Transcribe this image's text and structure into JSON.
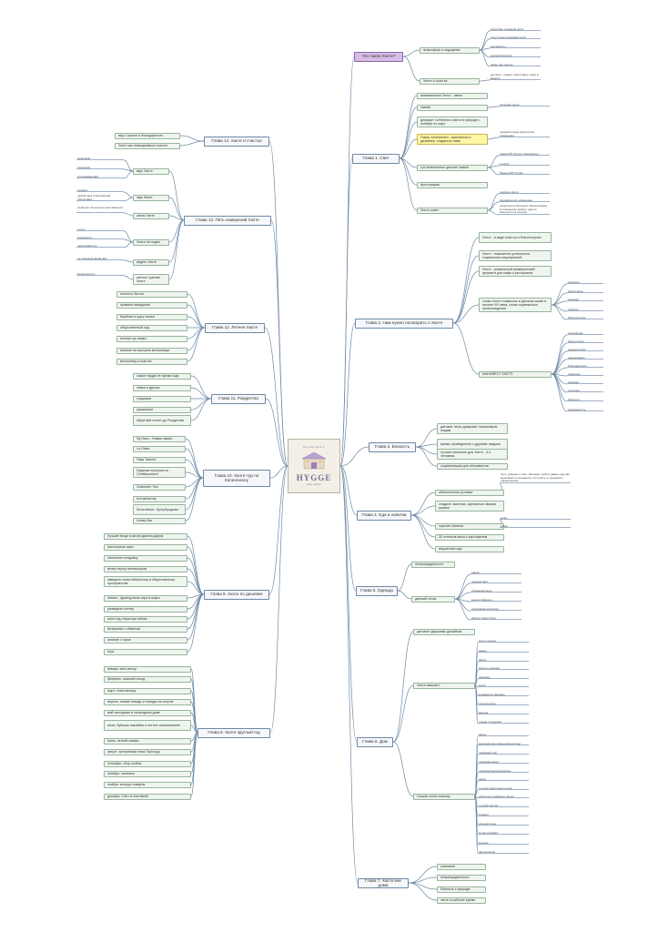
{
  "center": {
    "cover_subtitle": "The Little Book of",
    "cover_title": "HYGGE",
    "cover_author": "MEIK WIKING"
  },
  "colors": {
    "edge": "#6d89a6",
    "chapter_fill": "#f5f7fa",
    "sub_fill": "#eef5ef",
    "root_q_fill": "#d7bde6",
    "highlight_fill": "#fff6a6"
  },
  "chapters": [
    {
      "key": "q",
      "label": "Что такое Хюгге?",
      "side": "right",
      "purple": true,
      "children": [
        {
          "label": "атмосфера и ощущение",
          "children": [
            "искусство создания уюта",
            "отсутствие раздражителей",
            "душевность",
            "уютная близость",
            "какао при свечах"
          ]
        },
        {
          "label": "Хюгге и счастье",
          "children": [
            "датчане - самые счастливые люди в Европе"
          ]
        }
      ]
    },
    {
      "key": "c1",
      "label": "Глава 1. Свет",
      "side": "right",
      "children": [
        {
          "label": "минимальное Хюгге - свечи",
          "children": []
        },
        {
          "label": "лампы",
          "children": [
            "островки света"
          ]
        },
        {
          "label": "дефицит солнечного света в природе с октября по март",
          "children": []
        },
        {
          "label": "Поуль Хеннингсен - архитектор и дизайнер, создатель ламп",
          "yellow": true,
          "children": [
            "первый в мире архитектор освещения"
          ]
        },
        {
          "label": "три знаменитые датские лампы",
          "children": [
            "лампа PH (Поуль Хеннингсен",
            "Le Klint",
            "Панели ВП Голфс"
          ]
        },
        {
          "label": "фотография",
          "children": []
        },
        {
          "label": "Хюгге-совет",
          "children": [
            "сделать свечи",
            "продвигаться освещение",
            "несколько небольших светильников в помещение вместо одного большого на потолке"
          ]
        }
      ]
    },
    {
      "key": "c2",
      "label": "Глава 2. Нам нужно поговорить о Хюгге",
      "side": "right",
      "children": [
        {
          "label": "Хюгге - в виде счастья и благополучия",
          "children": []
        },
        {
          "label": "Хюгге - показатель успешности социальных мероприятий",
          "children": []
        },
        {
          "label": "Хюгге - уникальный коммерческий аргумент для кафе и ресторанов",
          "children": []
        },
        {
          "label": "слово Хюгге появилось в датском языке в начале XIX века, слово норвежского происхождения",
          "children": [
            "хорошее",
            "настроение",
            "комфорт",
            "объятие",
            "благополучие"
          ]
        },
        {
          "label": "МАНИФЕСТ ХЮГГЕ",
          "children": [
            "атмосфера",
            "присутствие",
            "удовольствие",
            "равноправие",
            "благодарность",
            "гармония",
            "комфорт",
            "согласие",
            "близость",
            "безопасность"
          ]
        }
      ]
    },
    {
      "key": "c3",
      "label": "Глава 3. Близость",
      "side": "right",
      "children": [
        {
          "label": "датчане легко доверяют незнакомым людям",
          "children": []
        },
        {
          "label": "время, проведенное с другими людьми",
          "children": []
        },
        {
          "label": "лучшее значение для Хюгге - 3-4 человека",
          "children": []
        },
        {
          "label": "социализация для интровертов",
          "children": []
        }
      ]
    },
    {
      "key": "c4",
      "label": "Глава 4. Еда и напитки",
      "side": "right",
      "children": [
        {
          "label": "обязательное условие",
          "children": [
            "быть добрым к себе, баловать себя и давать другим возможность ненадолго отступить от здорового образа жизни"
          ]
        },
        {
          "label": "сладкое, выпечка, сделанные своими руками",
          "children": []
        },
        {
          "label": "горячие напитки",
          "children": [
            "кофе",
            "какао"
          ]
        },
        {
          "label": "30 оттенков мяса с картофелем",
          "children": []
        },
        {
          "label": "медленная еда",
          "children": []
        }
      ]
    },
    {
      "key": "c5",
      "label": "Глава 5. Одежда",
      "side": "right",
      "children": [
        {
          "label": "непринужденность",
          "children": []
        },
        {
          "label": "датский стиль",
          "children": [
            "шарф",
            "черный цвет",
            "объемный верх",
            "многослойность",
            "небрежная прическа",
            "свитер Сары Лунд"
          ]
        }
      ]
    },
    {
      "key": "c6",
      "label": "Глава 6. Дом",
      "side": "right",
      "children": [
        {
          "label": "датчане одержимы дизайном",
          "children": []
        },
        {
          "label": "Хюгге-вышлист",
          "children": [
            "место уголка",
            "камин",
            "свечи",
            "вещи из дерева",
            "природа",
            "книги",
            "керамика и фарфор",
            "тактильность",
            "винтаж",
            "пледы и подушки"
          ]
        },
        {
          "label": "Скорая хюгге-помощь",
          "children": [
            "свечи",
            "вкусный качественный шоколад",
            "любимый чай",
            "любимая книга",
            "любимый фильм/сериал",
            "джем",
            "теплые шерстяные носки",
            "несколько любимых писем",
            "теплый свитер",
            "блокнот",
            "уютный плед",
            "ручка и бумага",
            "музыка",
            "фотоальбом"
          ]
        }
      ]
    },
    {
      "key": "c7",
      "label": "Глава 7. Хюгге вне дома",
      "side": "right",
      "children": [
        {
          "label": "компания",
          "children": []
        },
        {
          "label": "непринужденность",
          "children": []
        },
        {
          "label": "близость к природе",
          "children": []
        },
        {
          "label": "хюгге в рабочее время",
          "children": []
        }
      ]
    },
    {
      "key": "c8",
      "label": "Глава 8. Хюгге круглый год",
      "side": "left",
      "children": [
        {
          "label": "январь: кино-вечер",
          "children": []
        },
        {
          "label": "февраль: лыжный поход",
          "children": []
        },
        {
          "label": "март: тема месяца",
          "children": []
        },
        {
          "label": "апрель: пешие походы и поездка на остров",
          "children": []
        },
        {
          "label": "май: выходные в загородном доме",
          "children": []
        },
        {
          "label": "июнь: буйская наклейка и летнее сосиисинание",
          "children": []
        },
        {
          "label": "июль: летний гамаки",
          "children": []
        },
        {
          "label": "август: затерянный пляж Торсгорд",
          "children": []
        },
        {
          "label": "сентябрь: сбор грибов",
          "children": []
        },
        {
          "label": "октябрь: каштаны",
          "children": []
        },
        {
          "label": "ноябрь: конкурс поваров",
          "children": []
        },
        {
          "label": "декабрь: Глёгг в глинтвейн",
          "children": []
        }
      ]
    },
    {
      "key": "c9",
      "label": "Глава 9. Хюгге по дешевке",
      "side": "left",
      "children": [
        {
          "label": "Лучшие вещи в жизни даются даром",
          "children": []
        },
        {
          "label": "настольные игры",
          "children": []
        },
        {
          "label": "наполните кладовку",
          "children": []
        },
        {
          "label": "вечер перед телевизором",
          "children": []
        },
        {
          "label": "заведите книги-библиотеку в общественном пространстве",
          "children": []
        },
        {
          "label": "петанк - французская игра в шары",
          "children": []
        },
        {
          "label": "разведите костер",
          "children": []
        },
        {
          "label": "кино под открытым небом",
          "children": []
        },
        {
          "label": "вечеринка с обменом",
          "children": []
        },
        {
          "label": "катание с горки",
          "children": []
        },
        {
          "label": "игра",
          "children": []
        }
      ]
    },
    {
      "key": "c10",
      "label": "Глава 10. Хюгге-тур по Копенгагену",
      "side": "left",
      "children": [
        {
          "label": "Ny Havn - Новая гавань",
          "children": []
        },
        {
          "label": "La Glace",
          "children": []
        },
        {
          "label": "Парк Тиволи",
          "children": []
        },
        {
          "label": "Ледяная прогулка по Christianshavn",
          "children": []
        },
        {
          "label": "Grabrodre Torv",
          "children": []
        },
        {
          "label": "Kornsdoernej",
          "children": []
        },
        {
          "label": "Smorrebrod - бутербродные",
          "children": []
        },
        {
          "label": "Library Bar",
          "children": []
        }
      ]
    },
    {
      "key": "c11",
      "label": "Глава 11. Рождество",
      "side": "left",
      "children": [
        {
          "label": "самое Hygge-ёе время года",
          "children": []
        },
        {
          "label": "семья и друзья",
          "children": []
        },
        {
          "label": "традиции",
          "children": []
        },
        {
          "label": "украшения",
          "children": []
        },
        {
          "label": "обратный отсчет до Рождества",
          "children": []
        }
      ]
    },
    {
      "key": "c12",
      "label": "Глава 12. Летнее Хюгге",
      "side": "left",
      "children": [
        {
          "label": "легкость бытия",
          "children": []
        },
        {
          "label": "правила пикадилов",
          "children": []
        },
        {
          "label": "барбекю в кругу семьи",
          "children": []
        },
        {
          "label": "общественный сад",
          "children": []
        },
        {
          "label": "ночные ца-такмы",
          "children": []
        },
        {
          "label": "катание на прогулки велосипеде",
          "children": []
        },
        {
          "label": "велосипед и счастье",
          "children": []
        }
      ]
    },
    {
      "key": "c13",
      "label": "Глава 13. Пять измерений Хюгге",
      "side": "left",
      "children": [
        {
          "label": "вкус Хюгге",
          "children": [
            "знакомый",
            "приятный",
            "успокаивающий"
          ]
        },
        {
          "label": "звук Хюгге",
          "children": [
            "тишина",
            "любой звук и безопасной обстановке"
          ]
        },
        {
          "label": "запах Хюгге",
          "children": [
            "позволит полностью расслабиться"
          ]
        },
        {
          "label": "Хюгге на ощупь",
          "children": [
            "тепло",
            "покорность",
            "шероховатость"
          ]
        },
        {
          "label": "видеть Хюгге",
          "children": [
            "не слишком яркий свет"
          ]
        },
        {
          "label": "шестое чувство Хюгге",
          "children": [
            "безопасность"
          ]
        }
      ]
    },
    {
      "key": "c14",
      "label": "Глава 14. Хюгге и счастье",
      "side": "left",
      "children": [
        {
          "label": "вкус к жизни и благодарность",
          "children": []
        },
        {
          "label": "Хюгге как повседневное счастье",
          "children": []
        }
      ]
    }
  ]
}
